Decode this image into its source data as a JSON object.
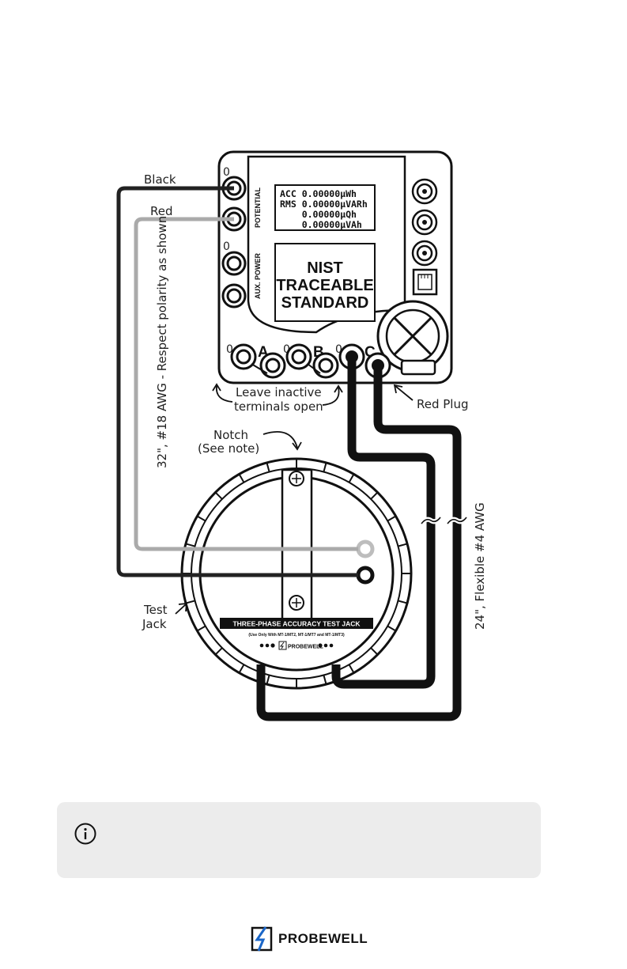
{
  "labels": {
    "black": "Black",
    "red": "Red",
    "zero": "0",
    "potential": "POTENTIAL",
    "aux_power": "AUX. POWER",
    "wire_18": "32\", #18 AWG - Respect polarity as shown",
    "wire_4": "24\", Flexible #4 AWG",
    "leave_inactive_1": "Leave inactive",
    "leave_inactive_2": "terminals open",
    "red_plug": "Red Plug",
    "notch_1": "Notch",
    "notch_2": "(See note)",
    "test_1": "Test",
    "test_2": "Jack",
    "phase_a": "A",
    "phase_b": "B",
    "phase_c": "C"
  },
  "display": {
    "line1": "ACC 0.00000µWh",
    "line2": "RMS 0.00000µVARh",
    "line3": "    0.00000µQh",
    "line4": "    0.00000µVAh"
  },
  "standard": {
    "line1": "NIST",
    "line2": "TRACEABLE",
    "line3": "STANDARD"
  },
  "jack": {
    "title": "THREE-PHASE ACCURACY TEST JACK",
    "subtitle": "(Use Only With MT-1/MT2, MT-1/MT7 and MT-1/MT3)",
    "brand": "PROBEWELL"
  },
  "footer": {
    "brand": "PROBEWELL"
  },
  "icons": [
    "info-icon",
    "probewell-logo-icon"
  ]
}
